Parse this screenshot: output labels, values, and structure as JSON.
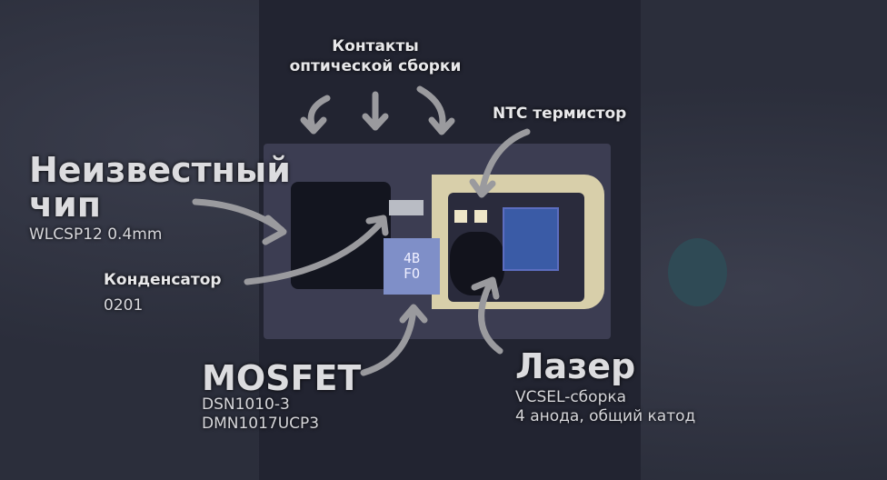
{
  "labels": {
    "contacts": {
      "line1": "Контакты",
      "line2": "оптической сборки"
    },
    "ntc": "NTC термистор",
    "unknown_chip": {
      "line1": "Неизвестный",
      "line2": "чип",
      "package": "WLCSP12 0.4mm"
    },
    "capacitor": {
      "title": "Конденсатор",
      "size": "0201"
    },
    "mosfet": {
      "title": "MOSFET",
      "package": "DSN1010-3",
      "part": "DMN1017UCP3"
    },
    "laser": {
      "title": "Лазер",
      "type": "VCSEL-сборка",
      "desc": "4 анода, общий катод"
    }
  },
  "chip_marking": {
    "line1": "4B",
    "line2": "FO"
  },
  "colors": {
    "arrow": "#9a9a9e",
    "text": "#e8e8ea"
  }
}
